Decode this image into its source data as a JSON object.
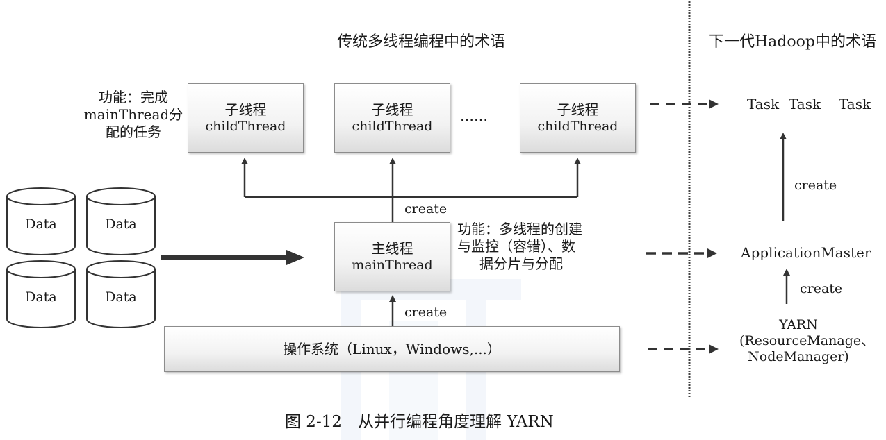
{
  "headers": {
    "traditional": "传统多线程编程中的术语",
    "hadoop": "下一代Hadoop中的术语"
  },
  "child_threads": [
    {
      "zh": "子线程",
      "en": "childThread"
    },
    {
      "zh": "子线程",
      "en": "childThread"
    },
    {
      "zh": "子线程",
      "en": "childThread"
    }
  ],
  "ellipsis": "……",
  "child_note": [
    "功能：完成",
    "mainThread分",
    "配的任务"
  ],
  "main_thread": {
    "zh": "主线程",
    "en": "mainThread"
  },
  "main_note": [
    "功能：多线程的创建",
    "与监控（容错）、数",
    "据分片与分配"
  ],
  "os_box": "操作系统（Linux，Windows,...）",
  "create_label": "create",
  "data_label": "Data",
  "tasks": [
    "Task",
    "Task",
    "Task"
  ],
  "app_master": "ApplicationMaster",
  "yarn": [
    "YARN",
    "(ResourceManage、",
    "NodeManager)"
  ],
  "caption": "图 2-12　从并行编程角度理解 YARN"
}
